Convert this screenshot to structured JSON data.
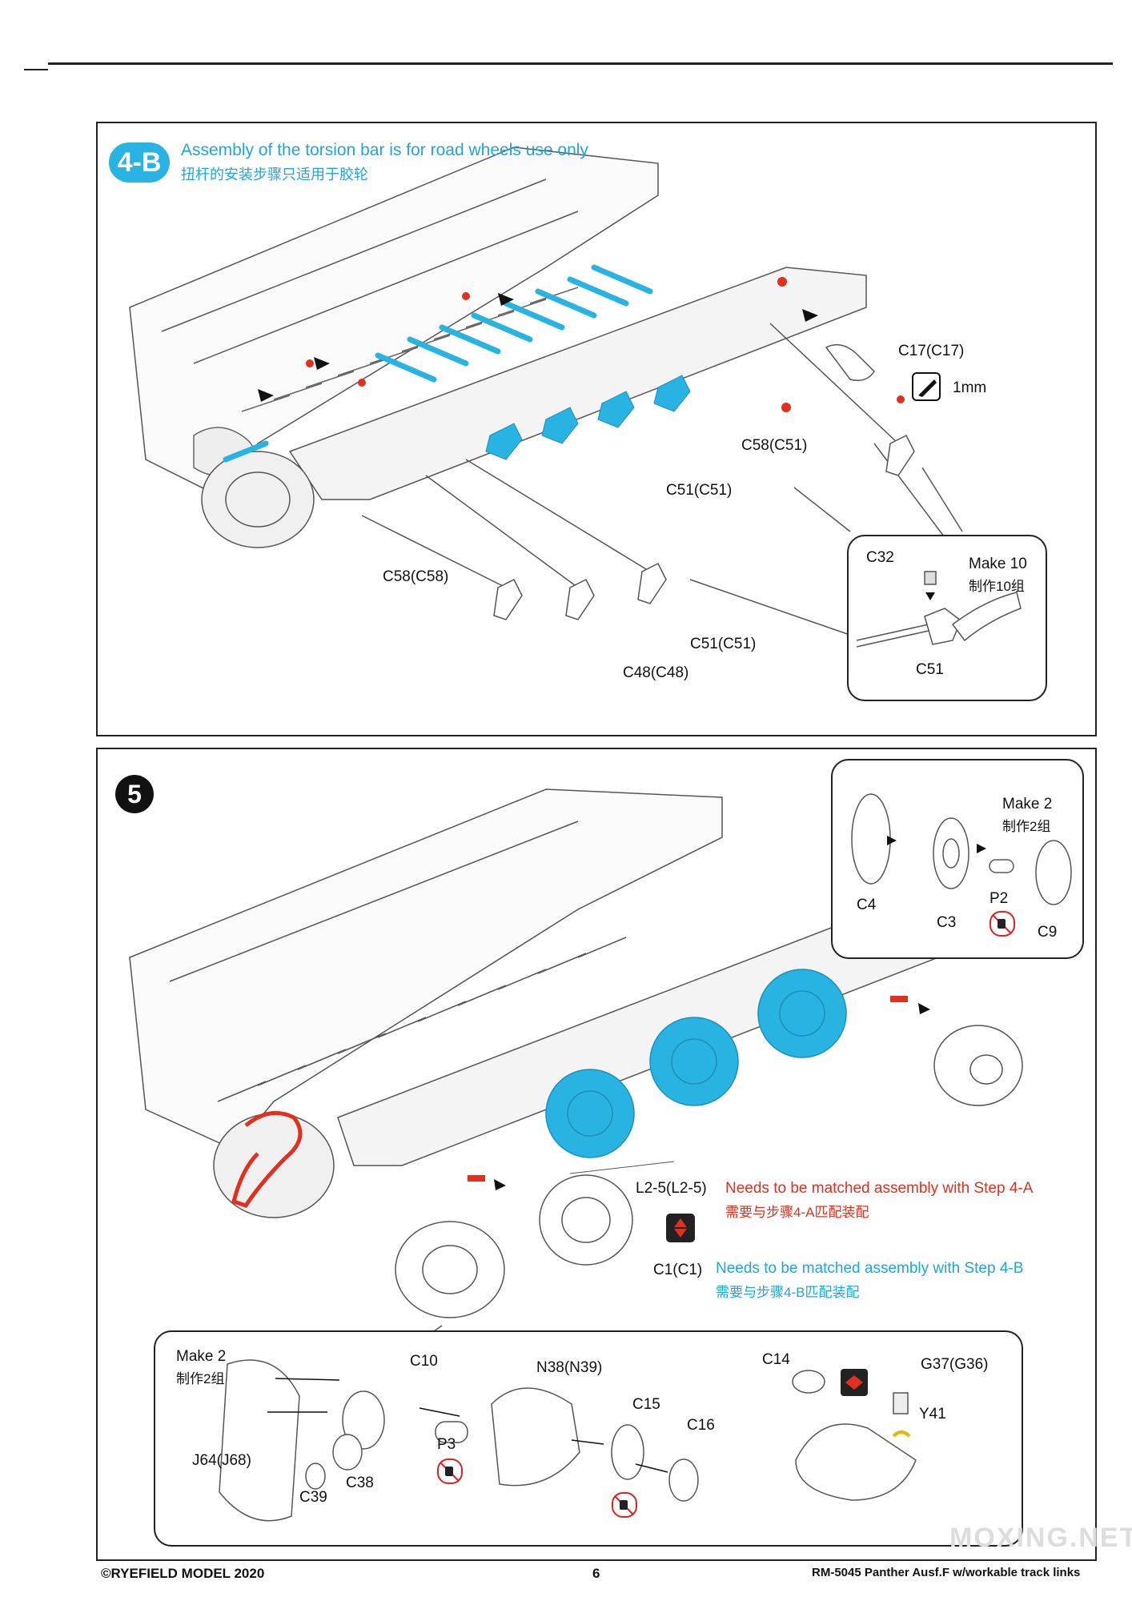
{
  "step_4b": {
    "badge": "4-B",
    "title": "Assembly of the torsion bar is for road wheels use only",
    "title_zh": "扭杆的安装步骤只适用于胶轮",
    "labels": {
      "c17": "C17(C17)",
      "cut": "1mm",
      "c58_top": "C58(C51)",
      "c51_mid": "C51(C51)",
      "c58_left": "C58(C58)",
      "c51_bottom": "C51(C51)",
      "c48": "C48(C48)"
    },
    "inset": {
      "part_top": "C32",
      "make": "Make 10",
      "make_zh": "制作10组",
      "part": "C51"
    }
  },
  "step_5": {
    "badge": "5",
    "wheel_inset": {
      "make": "Make 2",
      "make_zh": "制作2组",
      "parts": [
        "C4",
        "C3",
        "P2",
        "C9"
      ]
    },
    "labels": {
      "l2": "L2-5(L2-5)",
      "c1": "C1(C1)"
    },
    "note_red": "Needs to be matched assembly with Step 4-A",
    "note_red_zh": "需要与步骤4-A匹配装配",
    "note_blue": "Needs to be matched assembly with Step 4-B",
    "note_blue_zh": "需要与步骤4-B匹配装配",
    "drive_inset": {
      "make": "Make 2",
      "make_zh": "制作2组",
      "parts": {
        "c10": "C10",
        "n38": "N38(N39)",
        "c14": "C14",
        "g37": "G37(G36)",
        "c15": "C15",
        "c16": "C16",
        "y41": "Y41",
        "p3": "P3",
        "j64": "J64(J68)",
        "c39": "C39",
        "c38": "C38"
      }
    }
  },
  "footer": {
    "copyright": "©RYEFIELD MODEL 2020",
    "page": "6",
    "product": "RM-5045  Panther Ausf.F w/workable track links"
  },
  "watermark": "MOXING.NET",
  "colors": {
    "accent_blue": "#1fa5de",
    "accent_red": "#e0301e"
  }
}
